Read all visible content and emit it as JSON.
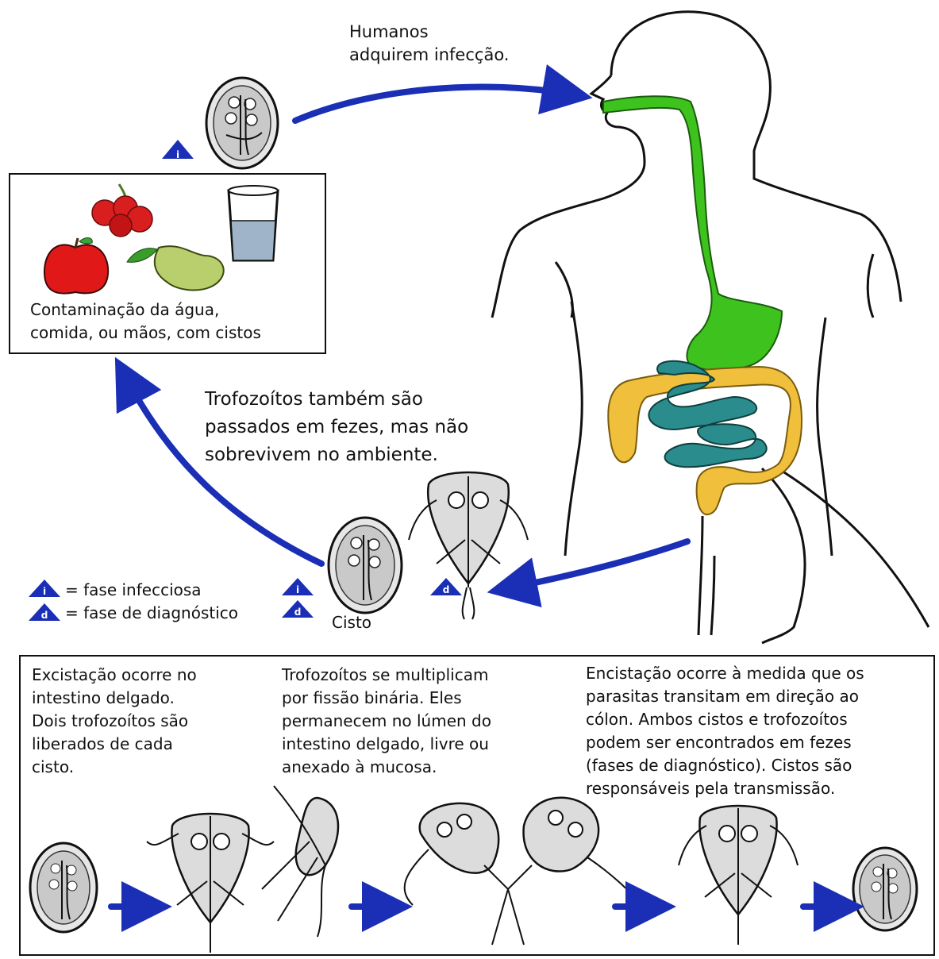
{
  "top": {
    "infection_caption": "Humanos\nadquirem infecção."
  },
  "contamination_box": {
    "caption": "Contaminação da água,\ncomida, ou mãos, com cistos"
  },
  "trophozoite_note": "Trofozoítos também são\npassados em fezes, mas não\nsobrevivem no ambiente.",
  "legend": {
    "infective_symbol": "i",
    "infective_label": "= fase infecciosa",
    "diagnostic_symbol": "d",
    "diagnostic_label": "= fase de diagnóstico"
  },
  "stage_label_cyst": "Cisto",
  "bottom_panel": {
    "col1": "Excistação ocorre no\nintestino delgado.\nDois trofozoítos são\nliberados de cada\ncisto.",
    "col2": "Trofozoítos se multiplicam\npor fissão binária. Eles\npermanecem no lúmen do\nintestino delgado, livre ou\nanexado à mucosa.",
    "col3": "Encistação ocorre à medida que os\nparasitas transitam em direção ao\ncólon. Ambos cistos e trofozoítos\npodem ser encontrados em fezes\n(fases de diagnóstico). Cistos são\nresponsáveis pela transmissão."
  },
  "colors": {
    "arrow_blue": "#1a2fb5",
    "esophagus_green": "#3ec21e",
    "colon_yellow": "#f0c03c",
    "intestine_teal": "#2a8c8c",
    "apple_red": "#e01818",
    "pear_green": "#b9cf6e"
  }
}
